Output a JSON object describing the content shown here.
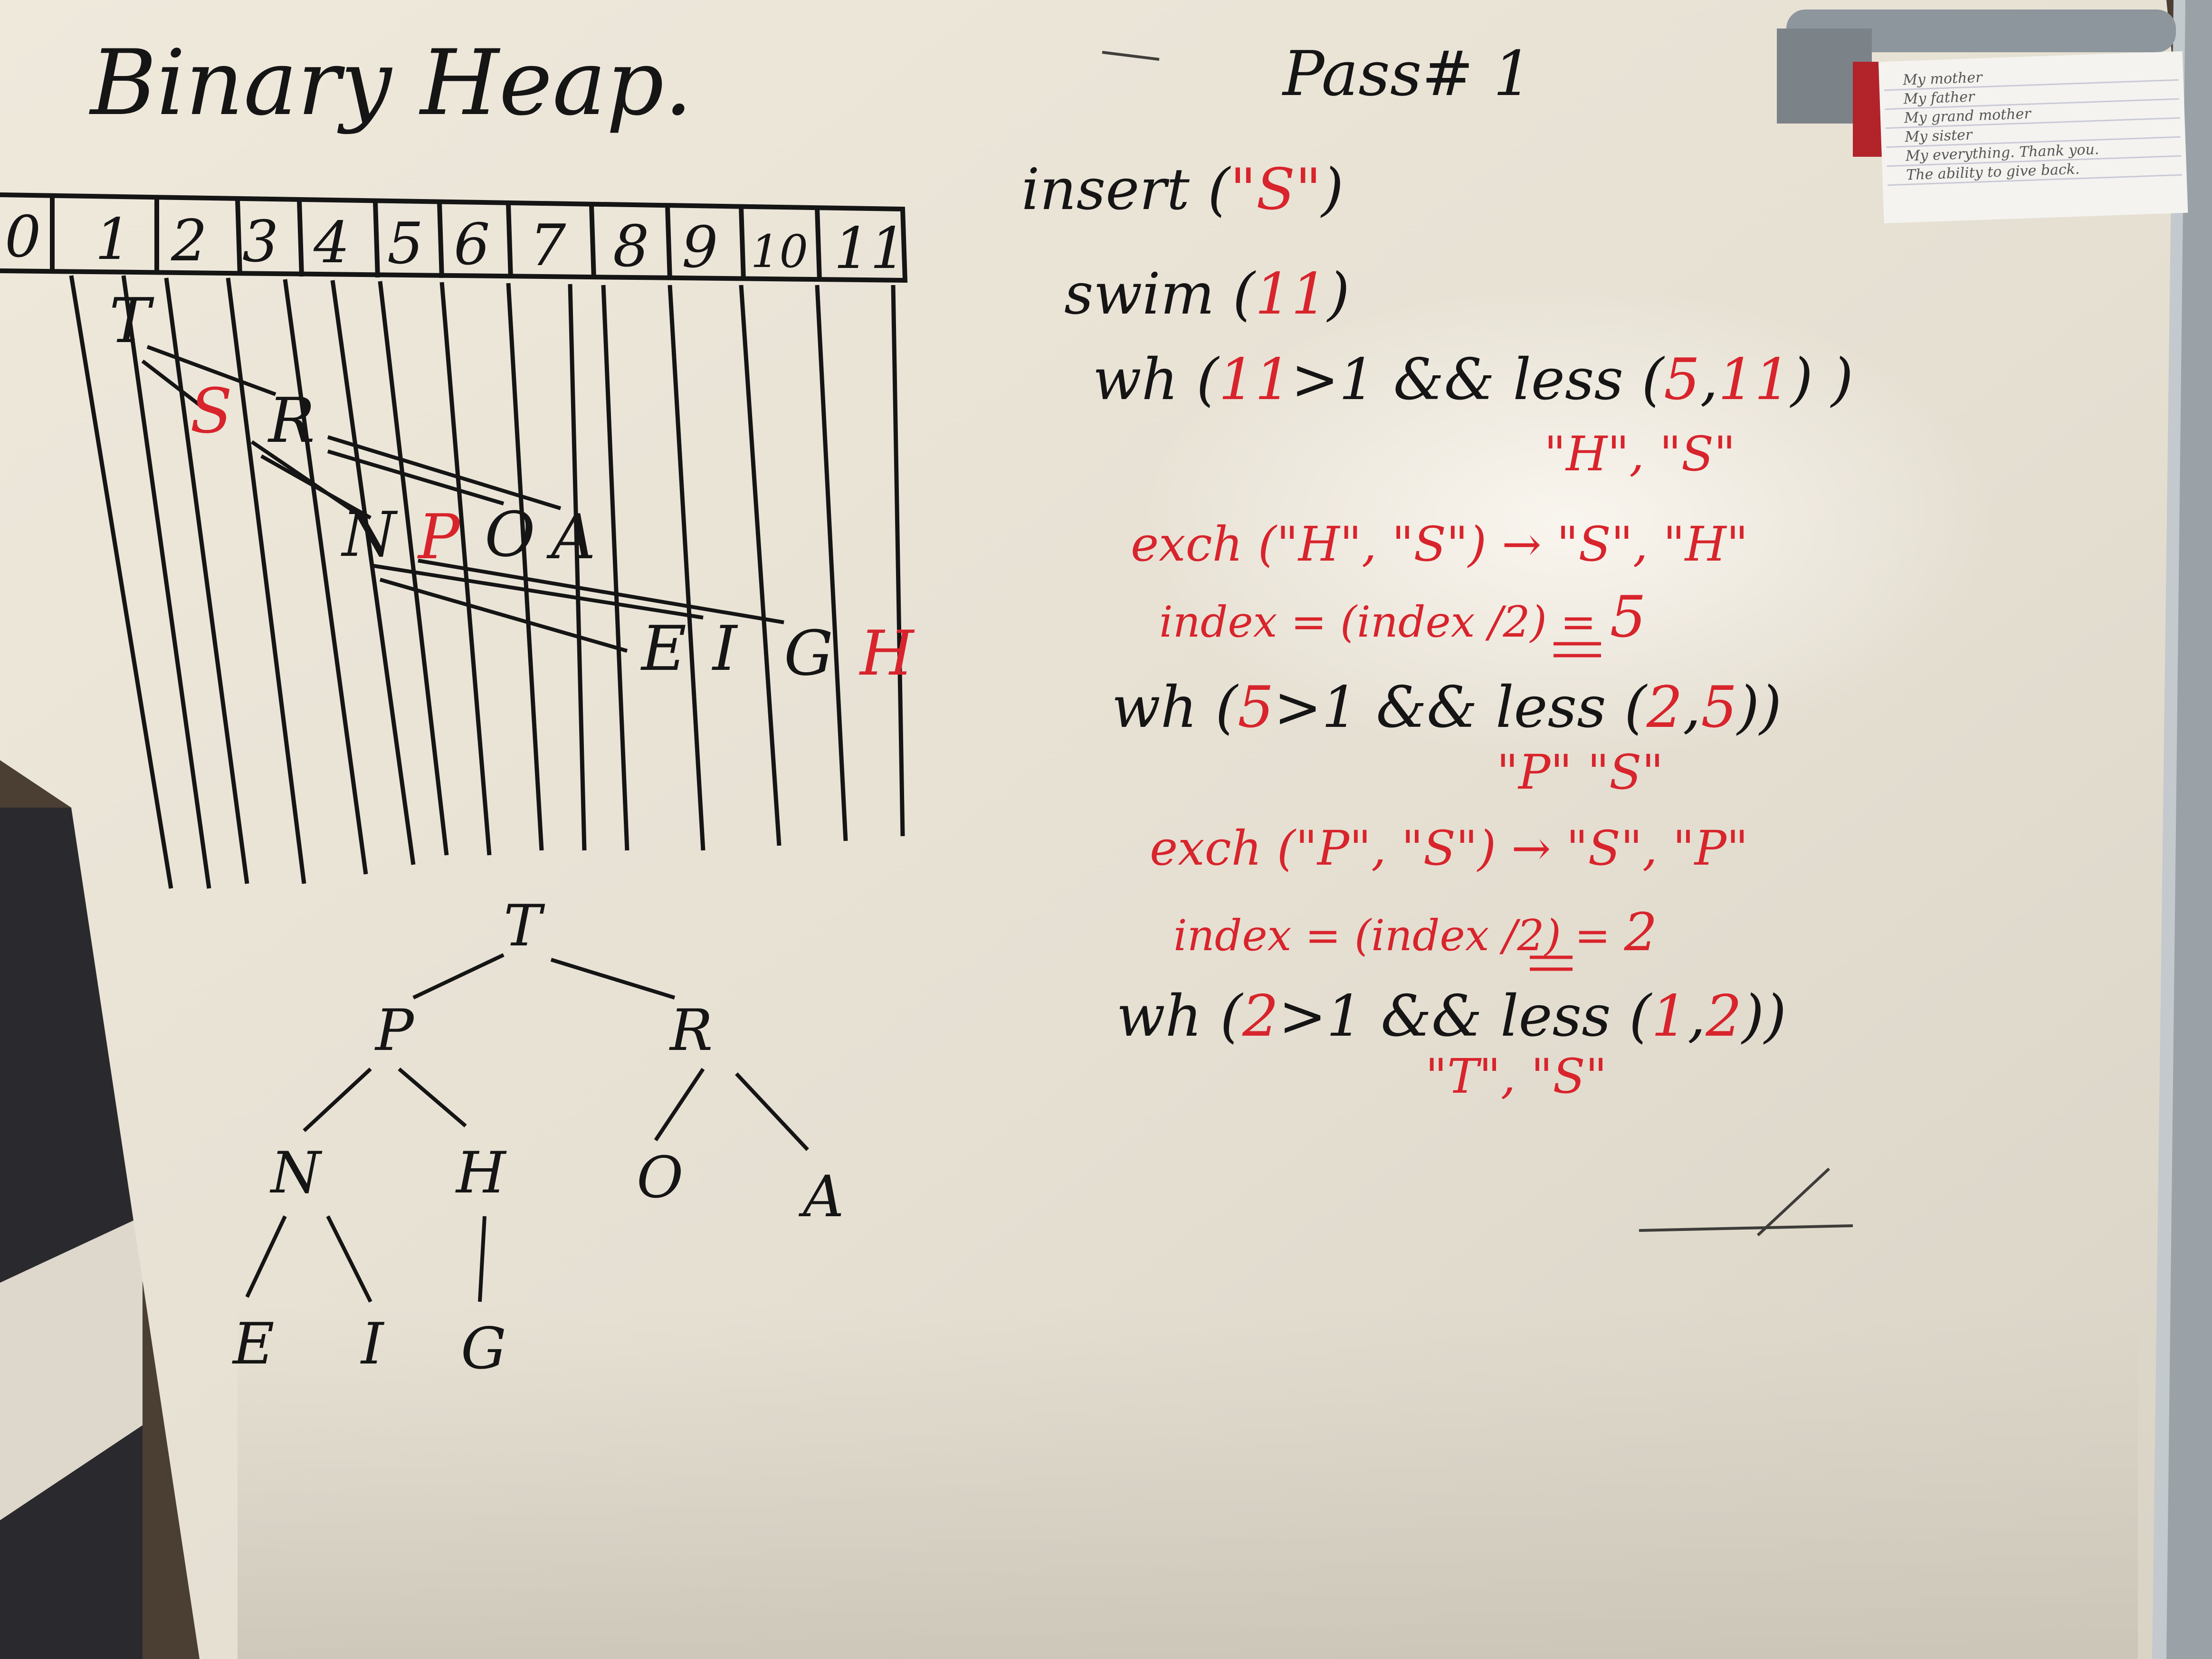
{
  "board": {
    "title": "Binary Heap.",
    "pass_label": "Pass# 1",
    "colors": {
      "board": "#e8e2d6",
      "ink_black": "#151515",
      "ink_red": "#d8242c",
      "frame": "#9aa2a8"
    }
  },
  "array": {
    "indices": [
      "0",
      "1",
      "2",
      "3",
      "4",
      "5",
      "6",
      "7",
      "8",
      "9",
      "10",
      "11"
    ],
    "row1": {
      "T": "T"
    },
    "row2": [
      "S",
      "R"
    ],
    "row3": [
      "N",
      "P",
      "O",
      "A"
    ],
    "row4": [
      "E",
      "I",
      "G",
      "H"
    ]
  },
  "tree": {
    "root": "T",
    "level1": [
      "P",
      "R"
    ],
    "level2": [
      "N",
      "H",
      "O",
      "A"
    ],
    "level3": [
      "E",
      "I",
      "G"
    ]
  },
  "trace": {
    "insert": {
      "fn": "insert (",
      "arg": "\"S\"",
      "close": ")"
    },
    "swim": {
      "fn": "swim (",
      "arg": "11",
      "close": ")"
    },
    "wh1": {
      "fn": "wh (",
      "arg": "11",
      "mid": ">1 && less (",
      "a": "5",
      "sep": ",",
      "b": "11",
      "close": ") )"
    },
    "cmp1": "\"H\", \"S\"",
    "exch1": "exch (\"H\", \"S\") → \"S\", \"H\"",
    "index1": {
      "text": "index = (index /2) =",
      "val": "5"
    },
    "wh2": {
      "fn": "wh (",
      "arg": "5",
      "mid": ">1 && less (",
      "a": "2",
      "sep": ",",
      "b": "5",
      "close": "))"
    },
    "cmp2": "\"P\"  \"S\"",
    "exch2": "exch (\"P\", \"S\") → \"S\", \"P\"",
    "index2": {
      "text": "index = (index /2) =",
      "val": "2"
    },
    "wh3": {
      "fn": "wh (",
      "arg": "2",
      "mid": ">1 && less (",
      "a": "1",
      "sep": ",",
      "b": "2",
      "close": "))"
    },
    "cmp3": "\"T\", \"S\""
  },
  "sticky_note": {
    "lines": [
      "My mother",
      "My father",
      "My grand mother",
      "My sister",
      "My everything. Thank you.",
      "The ability to give back."
    ]
  }
}
